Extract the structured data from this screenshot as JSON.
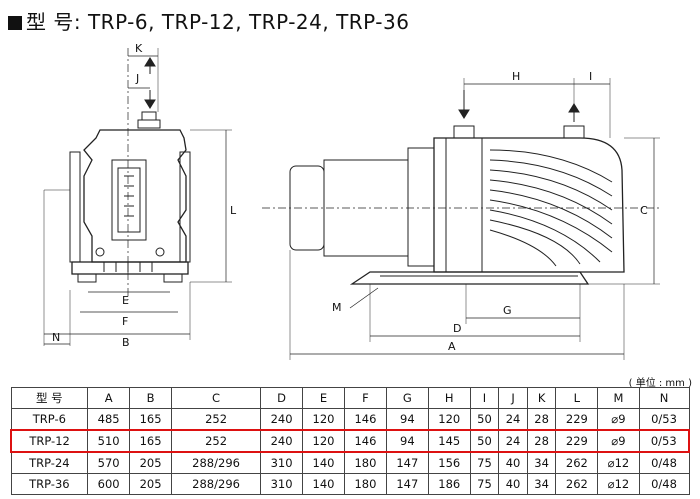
{
  "title": "型 号: TRP-6, TRP-12, TRP-24, TRP-36",
  "front_labels": {
    "K": "K",
    "J": "J",
    "L": "L",
    "E": "E",
    "F": "F",
    "B": "B",
    "N": "N"
  },
  "side_labels": {
    "H": "H",
    "I": "I",
    "C": "C",
    "M": "M",
    "G": "G",
    "D": "D",
    "A": "A"
  },
  "unit_note": "( 单位 : mm )",
  "table": {
    "headers": [
      "型 号",
      "A",
      "B",
      "C",
      "D",
      "E",
      "F",
      "G",
      "H",
      "I",
      "J",
      "K",
      "L",
      "M",
      "N"
    ],
    "rows": [
      [
        "TRP-6",
        "485",
        "165",
        "252",
        "240",
        "120",
        "146",
        "94",
        "120",
        "50",
        "24",
        "28",
        "229",
        "⌀9",
        "0/53"
      ],
      [
        "TRP-12",
        "510",
        "165",
        "252",
        "240",
        "120",
        "146",
        "94",
        "145",
        "50",
        "24",
        "28",
        "229",
        "⌀9",
        "0/53"
      ],
      [
        "TRP-24",
        "570",
        "205",
        "288/296",
        "310",
        "140",
        "180",
        "147",
        "156",
        "75",
        "40",
        "34",
        "262",
        "⌀12",
        "0/48"
      ],
      [
        "TRP-36",
        "600",
        "205",
        "288/296",
        "310",
        "140",
        "180",
        "147",
        "186",
        "75",
        "40",
        "34",
        "262",
        "⌀12",
        "0/48"
      ]
    ],
    "highlighted_row": "TRP-12",
    "highlight_color": "#d11111"
  }
}
